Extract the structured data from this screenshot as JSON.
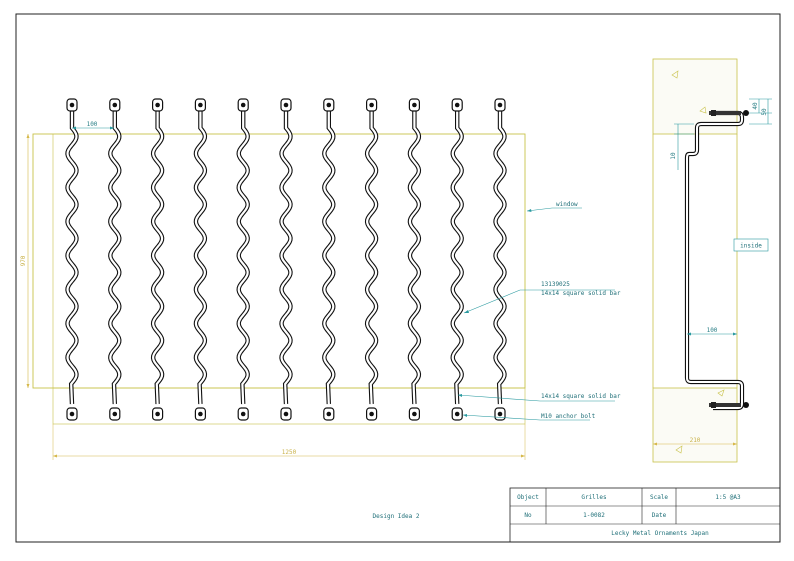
{
  "colors": {
    "frame": "#222222",
    "window_outline": "#c9c24a",
    "dimension": "#2a9aa0",
    "dimension_yellow": "#d6b84a",
    "grille_bar": "#111111",
    "note_text": "#1f6f78",
    "concrete_border": "#c9c24a"
  },
  "elevation": {
    "dim_spacing": "100",
    "dim_height": "970",
    "dim_width": "1250",
    "bar_count": 11,
    "note_window": "window",
    "note_bar_line1": "13139025",
    "note_bar_line2": "14x14 square solid bar",
    "note_bottom_bar": "14x14 square solid bar",
    "note_anchor": "M10 anchor bolt"
  },
  "section": {
    "dim_40": "40",
    "dim_50": "50",
    "dim_10": "10",
    "dim_100": "100",
    "dim_210": "210",
    "label_inside": "inside"
  },
  "drawing_caption": "Design Idea 2",
  "title_block": {
    "object_label": "Object",
    "object_value": "Grilles",
    "scale_label": "Scale",
    "scale_value": "1:5 @A3",
    "no_label": "No",
    "no_value": "1-0082",
    "date_label": "Date",
    "date_value": "",
    "company": "Lecky Metal Ornaments Japan"
  }
}
